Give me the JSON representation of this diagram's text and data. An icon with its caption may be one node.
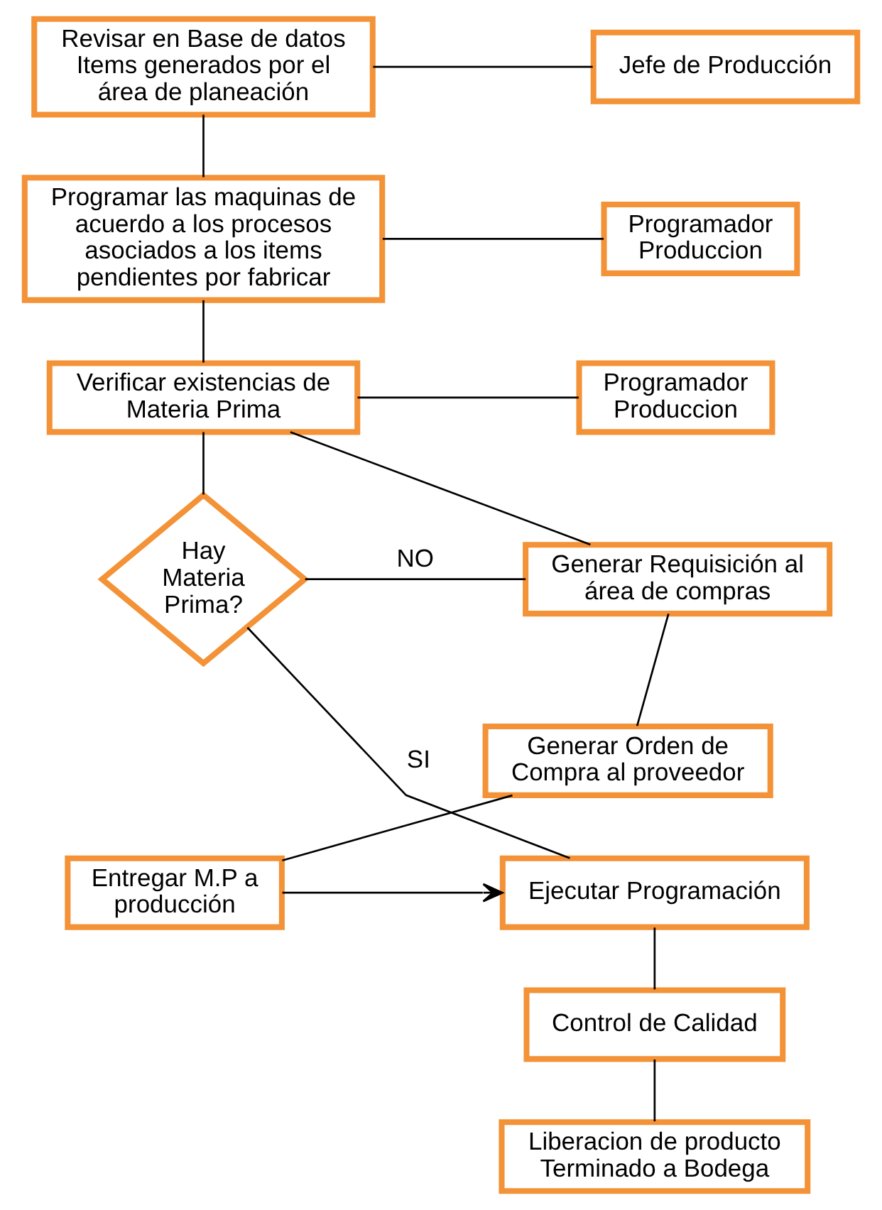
{
  "diagram": {
    "nodes": [
      {
        "text": [
          "Revisar en Base de datos Items generados por el área de planeación"
        ]
      },
      {
        "text": [
          "Jefe de Producción"
        ]
      },
      {
        "text": [
          "Programar las maquinas de acuerdo a los procesos asociados a los items pendientes por fabricar"
        ]
      },
      {
        "text": [
          "Programador Produccion"
        ]
      },
      {
        "text": [
          "Verificar existencias de Materia Prima"
        ]
      },
      {
        "text": [
          "Programador Produccion"
        ]
      },
      {
        "text": [
          "Hay Materia Prima?"
        ]
      },
      {
        "text": [
          "Generar Requisición al área de compras"
        ]
      },
      {
        "text": [
          "Generar Orden de Compra al proveedor"
        ]
      },
      {
        "text": [
          "Entregar M.P a producción"
        ]
      },
      {
        "text": [
          "Ejecutar Programación"
        ]
      },
      {
        "text": [
          "Control de Calidad"
        ]
      },
      {
        "text": [
          "Liberacion de producto Terminado a Bodega"
        ]
      }
    ],
    "edges": [
      {
        "from": 0,
        "to": 1,
        "arrow": "none"
      },
      {
        "from": 0,
        "to": 2,
        "arrow": "none"
      },
      {
        "from": 2,
        "to": 3,
        "arrow": "none"
      },
      {
        "from": 2,
        "to": 4,
        "arrow": "none"
      },
      {
        "from": 4,
        "to": 5,
        "arrow": "none"
      },
      {
        "from": 4,
        "to": 6,
        "arrow": "none"
      },
      {
        "from": 4,
        "to": 7,
        "arrow": "none"
      },
      {
        "from": 6,
        "to": 7,
        "label": "NO",
        "arrow": "none"
      },
      {
        "from": 6,
        "to": 10,
        "label": "SI",
        "arrow": "none"
      },
      {
        "from": 7,
        "to": 8,
        "arrow": "none"
      },
      {
        "from": 8,
        "to": 9,
        "arrow": "none"
      },
      {
        "from": 9,
        "to": 10,
        "arrow": "to"
      },
      {
        "from": 10,
        "to": 11,
        "arrow": "none"
      },
      {
        "from": 11,
        "to": 12,
        "arrow": "none"
      }
    ]
  }
}
